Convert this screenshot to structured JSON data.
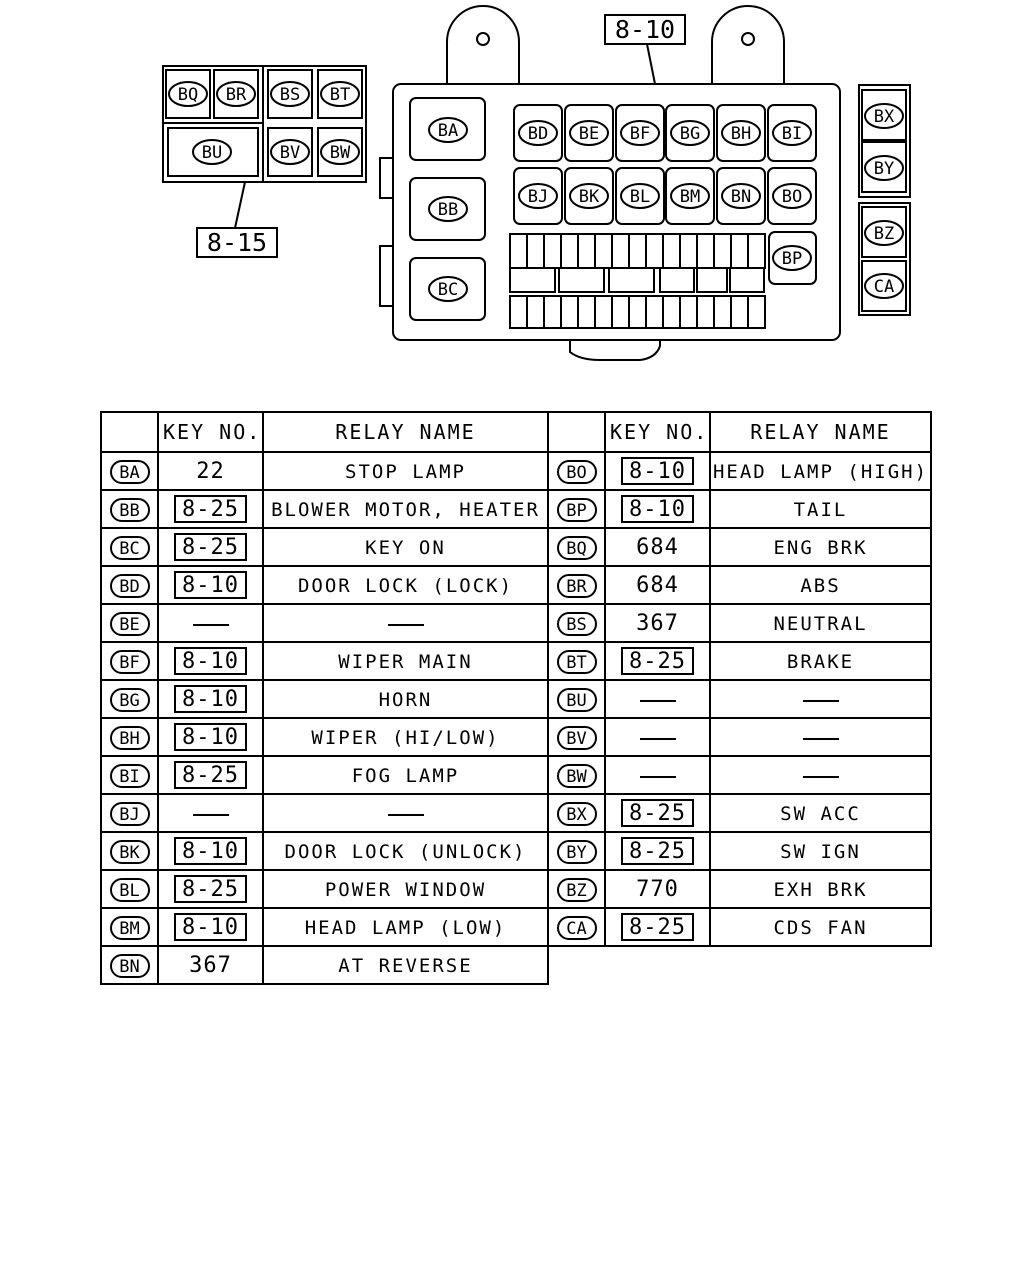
{
  "diagram": {
    "ref_labels": [
      "8-10",
      "8-15"
    ],
    "relay_ids": [
      "BA",
      "BB",
      "BC",
      "BD",
      "BE",
      "BF",
      "BG",
      "BH",
      "BI",
      "BJ",
      "BK",
      "BL",
      "BM",
      "BN",
      "BO",
      "BP",
      "BQ",
      "BR",
      "BS",
      "BT",
      "BU",
      "BV",
      "BW",
      "BX",
      "BY",
      "BZ",
      "CA"
    ]
  },
  "table": {
    "headers": {
      "key": "KEY NO.",
      "name": "RELAY NAME"
    },
    "left": [
      {
        "id": "BA",
        "key": "22",
        "boxed": false,
        "name": "STOP LAMP"
      },
      {
        "id": "BB",
        "key": "8-25",
        "boxed": true,
        "name": "BLOWER MOTOR, HEATER"
      },
      {
        "id": "BC",
        "key": "8-25",
        "boxed": true,
        "name": "KEY ON"
      },
      {
        "id": "BD",
        "key": "8-10",
        "boxed": true,
        "name": "DOOR LOCK (LOCK)"
      },
      {
        "id": "BE",
        "key": "—",
        "boxed": false,
        "name": "—"
      },
      {
        "id": "BF",
        "key": "8-10",
        "boxed": true,
        "name": "WIPER MAIN"
      },
      {
        "id": "BG",
        "key": "8-10",
        "boxed": true,
        "name": "HORN"
      },
      {
        "id": "BH",
        "key": "8-10",
        "boxed": true,
        "name": "WIPER (HI/LOW)"
      },
      {
        "id": "BI",
        "key": "8-25",
        "boxed": true,
        "name": "FOG LAMP"
      },
      {
        "id": "BJ",
        "key": "—",
        "boxed": false,
        "name": "—"
      },
      {
        "id": "BK",
        "key": "8-10",
        "boxed": true,
        "name": "DOOR LOCK (UNLOCK)"
      },
      {
        "id": "BL",
        "key": "8-25",
        "boxed": true,
        "name": "POWER WINDOW"
      },
      {
        "id": "BM",
        "key": "8-10",
        "boxed": true,
        "name": "HEAD LAMP (LOW)"
      },
      {
        "id": "BN",
        "key": "367",
        "boxed": false,
        "name": "AT REVERSE"
      }
    ],
    "right": [
      {
        "id": "BO",
        "key": "8-10",
        "boxed": true,
        "name": "HEAD LAMP (HIGH)"
      },
      {
        "id": "BP",
        "key": "8-10",
        "boxed": true,
        "name": "TAIL"
      },
      {
        "id": "BQ",
        "key": "684",
        "boxed": false,
        "name": "ENG BRK"
      },
      {
        "id": "BR",
        "key": "684",
        "boxed": false,
        "name": "ABS"
      },
      {
        "id": "BS",
        "key": "367",
        "boxed": false,
        "name": "NEUTRAL"
      },
      {
        "id": "BT",
        "key": "8-25",
        "boxed": true,
        "name": "BRAKE"
      },
      {
        "id": "BU",
        "key": "—",
        "boxed": false,
        "name": "—"
      },
      {
        "id": "BV",
        "key": "—",
        "boxed": false,
        "name": "—"
      },
      {
        "id": "BW",
        "key": "—",
        "boxed": false,
        "name": "—"
      },
      {
        "id": "BX",
        "key": "8-25",
        "boxed": true,
        "name": "SW ACC"
      },
      {
        "id": "BY",
        "key": "8-25",
        "boxed": true,
        "name": "SW IGN"
      },
      {
        "id": "BZ",
        "key": "770",
        "boxed": false,
        "name": "EXH BRK"
      },
      {
        "id": "CA",
        "key": "8-25",
        "boxed": true,
        "name": "CDS FAN"
      }
    ]
  }
}
